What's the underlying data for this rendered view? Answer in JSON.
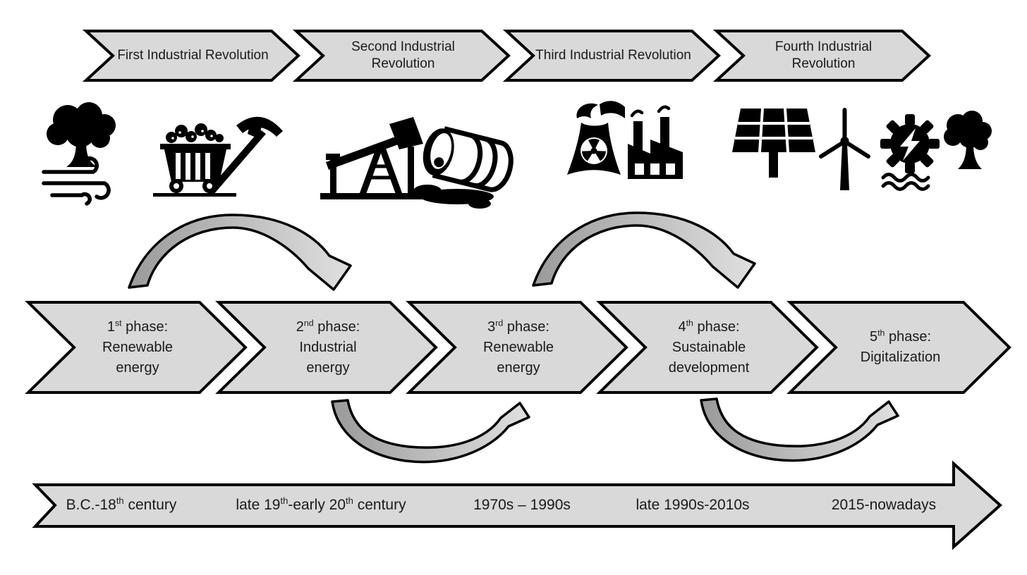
{
  "diagram_title": "Industrial revolutions and energy phases timeline",
  "colors": {
    "background": "#ffffff",
    "shape_fill": "#d9d9d9",
    "shape_stroke": "#000000",
    "curved_arrow_tail": "#9a9a9a",
    "curved_arrow_head": "#e0e0e0",
    "icon_color": "#000000",
    "text_color": "#1a1a1a"
  },
  "top_banners": [
    {
      "label": "First Industrial Revolution"
    },
    {
      "label": "Second Industrial Revolution"
    },
    {
      "label": "Third Industrial Revolution"
    },
    {
      "label": "Fourth Industrial Revolution"
    }
  ],
  "icon_groups": [
    {
      "name": "wood-and-wind-energy",
      "icons": [
        "tree-icon",
        "wind-icon"
      ]
    },
    {
      "name": "coal-mining",
      "icons": [
        "coal-cart-icon",
        "pickaxe-icon"
      ]
    },
    {
      "name": "oil-extraction",
      "icons": [
        "oil-pumpjack-icon",
        "oil-barrel-icon"
      ]
    },
    {
      "name": "nuclear-and-industry",
      "icons": [
        "nuclear-plant-icon",
        "factory-icon"
      ]
    },
    {
      "name": "renewables-mix",
      "icons": [
        "solar-panel-icon",
        "wind-turbine-icon",
        "hydro-power-icon",
        "tree-icon"
      ]
    }
  ],
  "phases": [
    {
      "num": "1",
      "ord": "st",
      "suffix": " phase:",
      "line2": "Renewable",
      "line3": "energy"
    },
    {
      "num": "2",
      "ord": "nd",
      "suffix": " phase:",
      "line2": "Industrial",
      "line3": "energy"
    },
    {
      "num": "3",
      "ord": "rd",
      "suffix": " phase:",
      "line2": "Renewable",
      "line3": "energy"
    },
    {
      "num": "4",
      "ord": "th",
      "suffix": " phase:",
      "line2": "Sustainable",
      "line3": "development"
    },
    {
      "num": "5",
      "ord": "th",
      "suffix": " phase:",
      "line2": "Digitalization",
      "line3": ""
    }
  ],
  "timeline": {
    "labels": [
      {
        "segments": [
          {
            "t": "B.C.-18"
          },
          {
            "t": "th",
            "sup": true
          },
          {
            "t": " century"
          }
        ]
      },
      {
        "segments": [
          {
            "t": "late 19"
          },
          {
            "t": "th",
            "sup": true
          },
          {
            "t": "-early 20"
          },
          {
            "t": "th",
            "sup": true
          },
          {
            "t": " century"
          }
        ]
      },
      {
        "segments": [
          {
            "t": "1970s – 1990s"
          }
        ]
      },
      {
        "segments": [
          {
            "t": "late 1990s-2010s"
          }
        ]
      },
      {
        "segments": [
          {
            "t": "2015-nowadays"
          }
        ]
      }
    ]
  }
}
